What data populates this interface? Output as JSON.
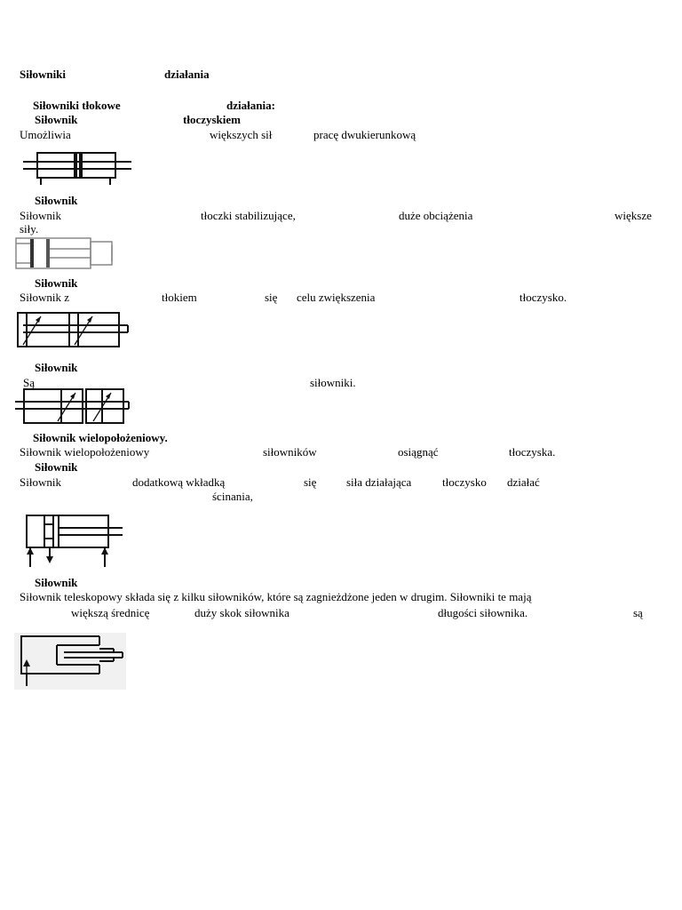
{
  "heading": {
    "w1": "Siłowniki",
    "w2": "działania"
  },
  "section_piston": {
    "w1": "Siłowniki tłokowe",
    "w2": "działania:"
  },
  "s1": {
    "title_a": "Siłownik",
    "title_b": "tłoczyskiem",
    "t1": "Umożliwia",
    "t2": "większych sił",
    "t3": "pracę dwukierunkową"
  },
  "s2": {
    "title": "Siłownik",
    "t1": "Siłownik",
    "t2": "tłoczki stabilizujące,",
    "t3": "duże obciążenia",
    "t4": "większe",
    "t5": "siły."
  },
  "s3": {
    "title": "Siłownik",
    "t1": "Siłownik z",
    "t2": "tłokiem",
    "t3": "się",
    "t4": "celu zwiększenia",
    "t5": "tłoczysko."
  },
  "s4": {
    "title": "Siłownik",
    "t1": "Są",
    "t2": "siłowniki."
  },
  "s5": {
    "title": "Siłownik wielopołożeniowy.",
    "t1": "Siłownik wielopołożeniowy",
    "t2": "siłowników",
    "t3": "osiągnąć",
    "t4": "tłoczyska."
  },
  "s6": {
    "title": "Siłownik",
    "t1": "Siłownik",
    "t2": "dodatkową wkładką",
    "t3": "się",
    "t4": "siła działająca",
    "t5": "tłoczysko",
    "t6": "działać",
    "t7": "ścinania,"
  },
  "s7": {
    "title": "Siłownik",
    "line1": "Siłownik teleskopowy składa się z kilku siłowników, które są zagnieżdżone jeden w drugim. Siłowniki te mają",
    "t2": "większą średnicę",
    "t3": "duży skok siłownika",
    "t4": "długości siłownika.",
    "t5": "są"
  },
  "figures": [
    {
      "name": "double-rod-cylinder-symbol"
    },
    {
      "name": "tandem-piston-cylinder-drawing"
    },
    {
      "name": "tandem-cylinder-symbol"
    },
    {
      "name": "duplex-cylinder-symbol"
    },
    {
      "name": "cylinder-with-insert-symbol"
    },
    {
      "name": "telescopic-cylinder-symbol"
    }
  ]
}
